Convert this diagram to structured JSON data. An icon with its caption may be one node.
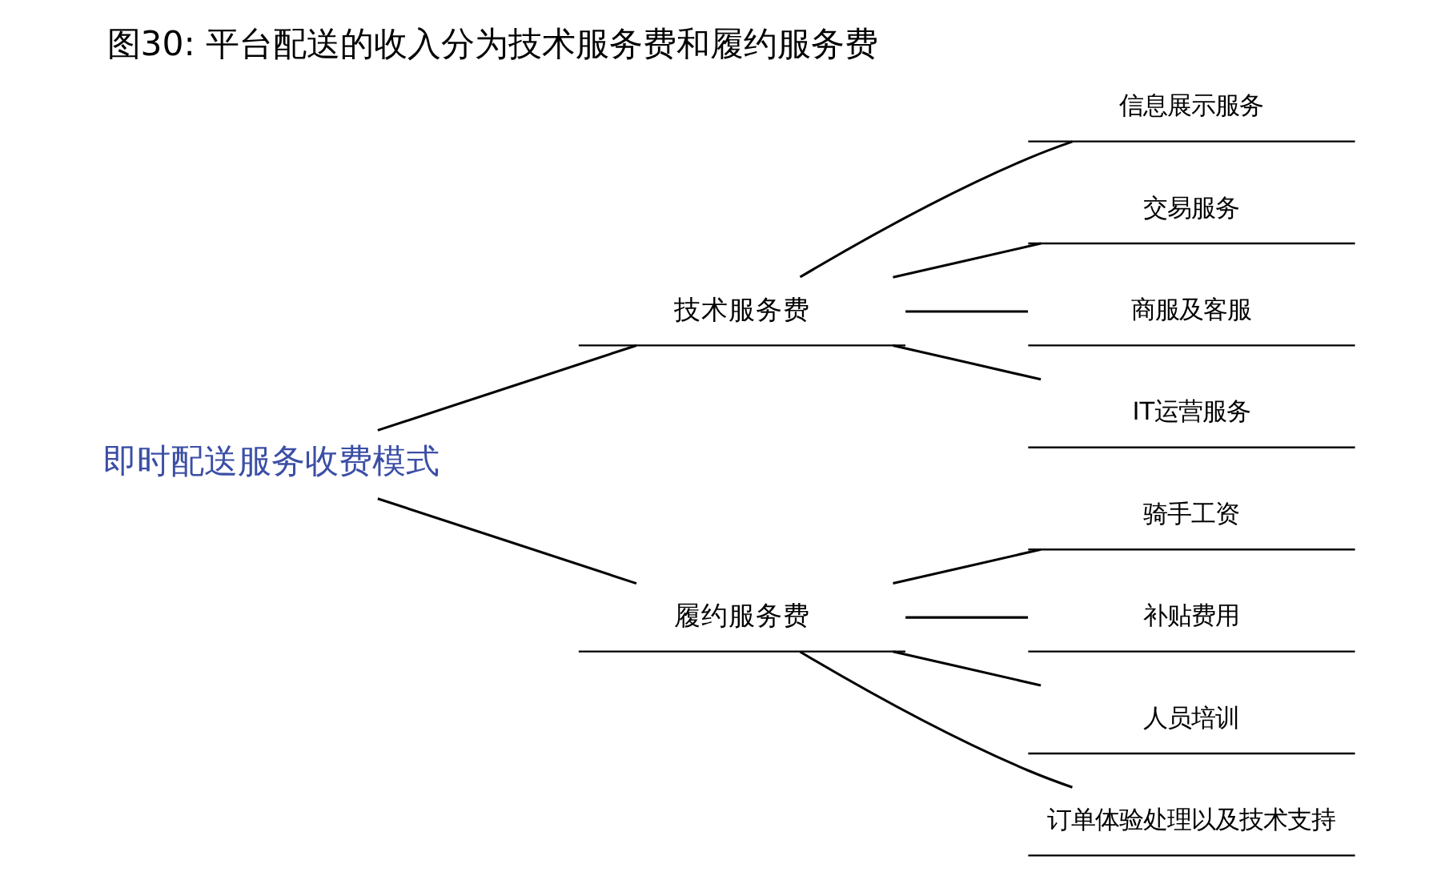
{
  "diagram": {
    "title": "图30: 平台配送的收入分为技术服务费和履约服务费",
    "nodes": [
      {
        "text": [
          "即时配送服务收费模式"
        ]
      },
      {
        "text": [
          "技术服务费"
        ]
      },
      {
        "text": [
          "信息展示服务"
        ]
      },
      {
        "text": [
          "交易服务"
        ]
      },
      {
        "text": [
          "商服及客服"
        ]
      },
      {
        "text": [
          "IT运营服务"
        ]
      },
      {
        "text": [
          "履约服务费"
        ]
      },
      {
        "text": [
          "骑手工资"
        ]
      },
      {
        "text": [
          "补贴费用"
        ]
      },
      {
        "text": [
          "人员培训"
        ]
      },
      {
        "text": [
          "订单体验处理以及技术支持"
        ]
      }
    ],
    "edges": [
      {
        "from": 0,
        "to": 1,
        "arrow": "none"
      },
      {
        "from": 0,
        "to": 6,
        "arrow": "none"
      },
      {
        "from": 1,
        "to": 2,
        "arrow": "none"
      },
      {
        "from": 1,
        "to": 3,
        "arrow": "none"
      },
      {
        "from": 1,
        "to": 4,
        "arrow": "none"
      },
      {
        "from": 1,
        "to": 5,
        "arrow": "none"
      },
      {
        "from": 6,
        "to": 7,
        "arrow": "none"
      },
      {
        "from": 6,
        "to": 8,
        "arrow": "none"
      },
      {
        "from": 6,
        "to": 9,
        "arrow": "none"
      },
      {
        "from": 6,
        "to": 10,
        "arrow": "none"
      }
    ]
  }
}
